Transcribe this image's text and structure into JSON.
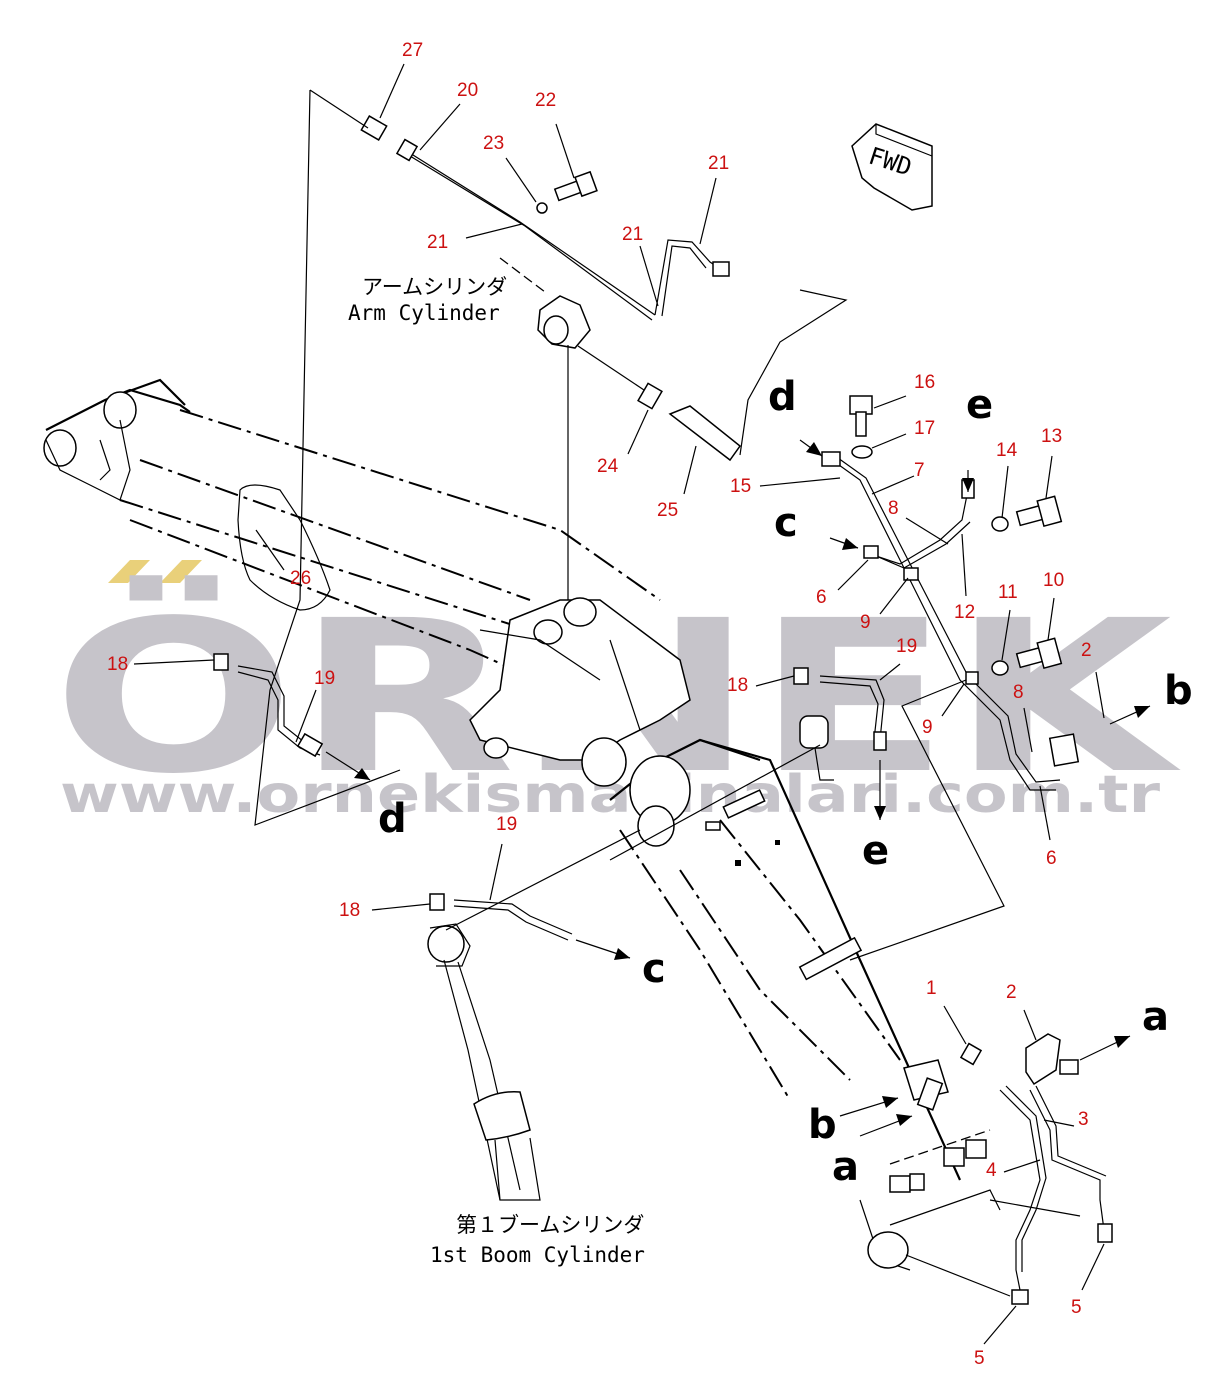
{
  "watermark": {
    "brand": "ÖRNEK",
    "url": "www.ornekismakinalari.com.tr"
  },
  "badges": {
    "fwd": "FWD"
  },
  "captions": {
    "arm_cylinder_jp": "アームシリンダ",
    "arm_cylinder_en": "Arm Cylinder",
    "boom_cylinder_jp": "第１ブームシリンダ",
    "boom_cylinder_en": "1st Boom Cylinder"
  },
  "part_numbers": [
    "27",
    "20",
    "22",
    "23",
    "21",
    "21",
    "21",
    "24",
    "25",
    "26",
    "18",
    "19",
    "16",
    "17",
    "15",
    "7",
    "8",
    "6",
    "9",
    "12",
    "14",
    "13",
    "11",
    "10",
    "2",
    "8",
    "9",
    "6",
    "18",
    "19",
    "19",
    "18",
    "1",
    "2",
    "3",
    "4",
    "5",
    "5"
  ],
  "connection_letters": [
    "d",
    "c",
    "e",
    "b",
    "d",
    "e",
    "c",
    "a",
    "b",
    "a"
  ]
}
